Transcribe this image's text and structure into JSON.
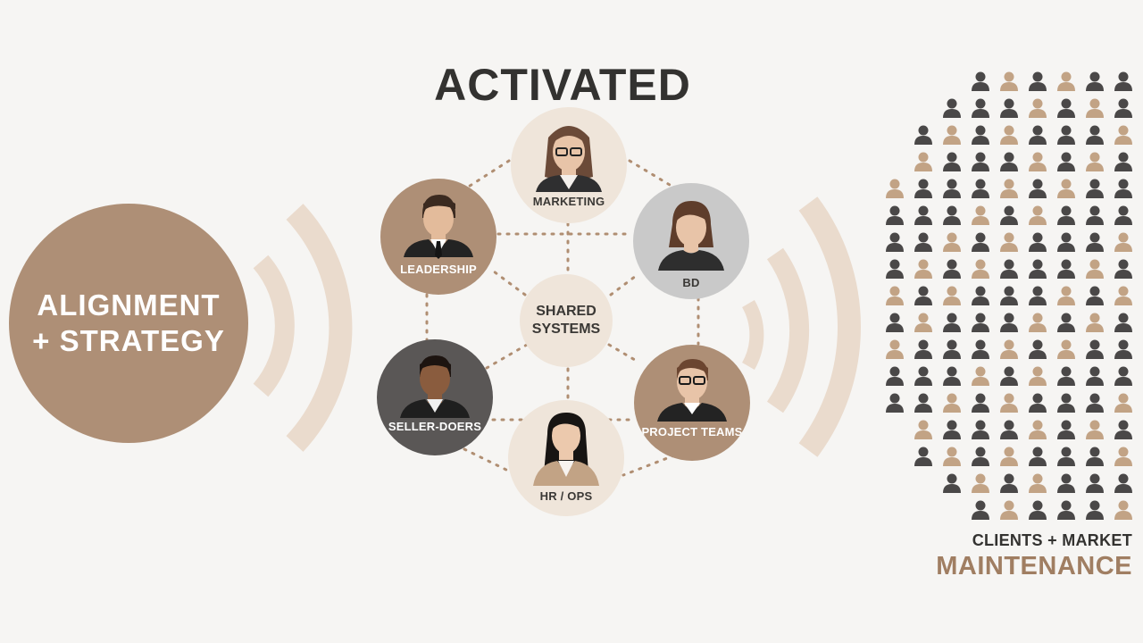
{
  "title": "ACTIVATED",
  "left_circle": {
    "line1": "ALIGNMENT",
    "line2": "+ STRATEGY"
  },
  "center": {
    "line1": "SHARED",
    "line2": "SYSTEMS"
  },
  "nodes": {
    "marketing": "MARKETING",
    "leadership": "LEADERSHIP",
    "bd": "BD",
    "seller_doers": "SELLER-DOERS",
    "project_teams": "PROJECT TEAMS",
    "hr_ops": "HR / OPS"
  },
  "right": {
    "line1": "CLIENTS + MARKET",
    "line2": "MAINTENANCE"
  },
  "colors": {
    "tan": "#ae8f76",
    "light_tan": "#efe5da",
    "wave": "#eadbcd",
    "gray": "#c9c9c9",
    "dark": "#5a5756",
    "people_dark": "#4a4848",
    "people_tan": "#c2a385",
    "accent_text": "#a07e62"
  }
}
